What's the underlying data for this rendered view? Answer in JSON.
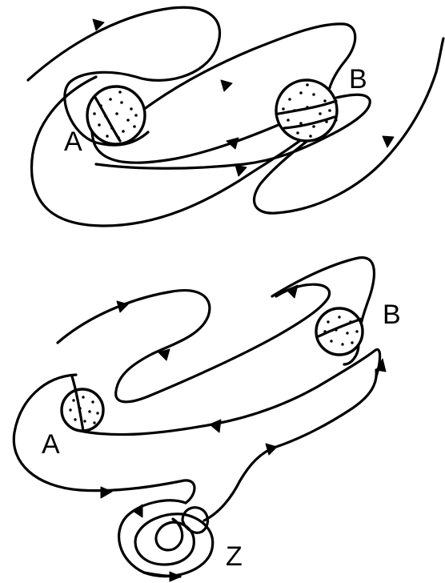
{
  "diagrams": [
    {
      "labels": {
        "a": "A",
        "b": "B"
      }
    },
    {
      "labels": {
        "a": "A",
        "b": "B",
        "z": "Z"
      }
    }
  ],
  "colors": {
    "ink": "#000000",
    "background": "#ffffff"
  }
}
